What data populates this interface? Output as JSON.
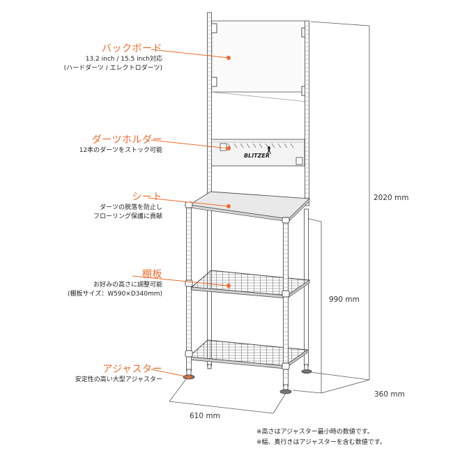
{
  "labels": [
    {
      "id": "backboard",
      "title": "バックボード",
      "desc": [
        "13.2 inch / 15.5 inch対応",
        "(ハードダーツ / エレクトロダーツ)"
      ]
    },
    {
      "id": "dartsholder",
      "title": "ダーツホルダー",
      "desc": [
        "12本のダーツをストック可能"
      ]
    },
    {
      "id": "sheet",
      "title": "シート",
      "desc": [
        "ダーツの脱落を防止し",
        "フローリング保護に貢献"
      ]
    },
    {
      "id": "shelf",
      "title": "棚板",
      "desc": [
        "お好みの高さに調整可能",
        "(棚板サイズ：W590×D340mm)"
      ]
    },
    {
      "id": "adjuster",
      "title": "アジャスター",
      "desc": [
        "安定性の高い大型アジャスター"
      ]
    }
  ],
  "brand": "BLITZER",
  "dimensions": {
    "total_height": "2020 mm",
    "shelf_height": "990 mm",
    "depth": "360 mm",
    "width": "610 mm"
  },
  "notes": [
    "※高さはアジャスター最小時の数値です。",
    "※幅、奥行きはアジャスターを含む数値です。"
  ],
  "colors": {
    "accent": "#ef6b2a",
    "line": "#555555",
    "text": "#222222"
  }
}
